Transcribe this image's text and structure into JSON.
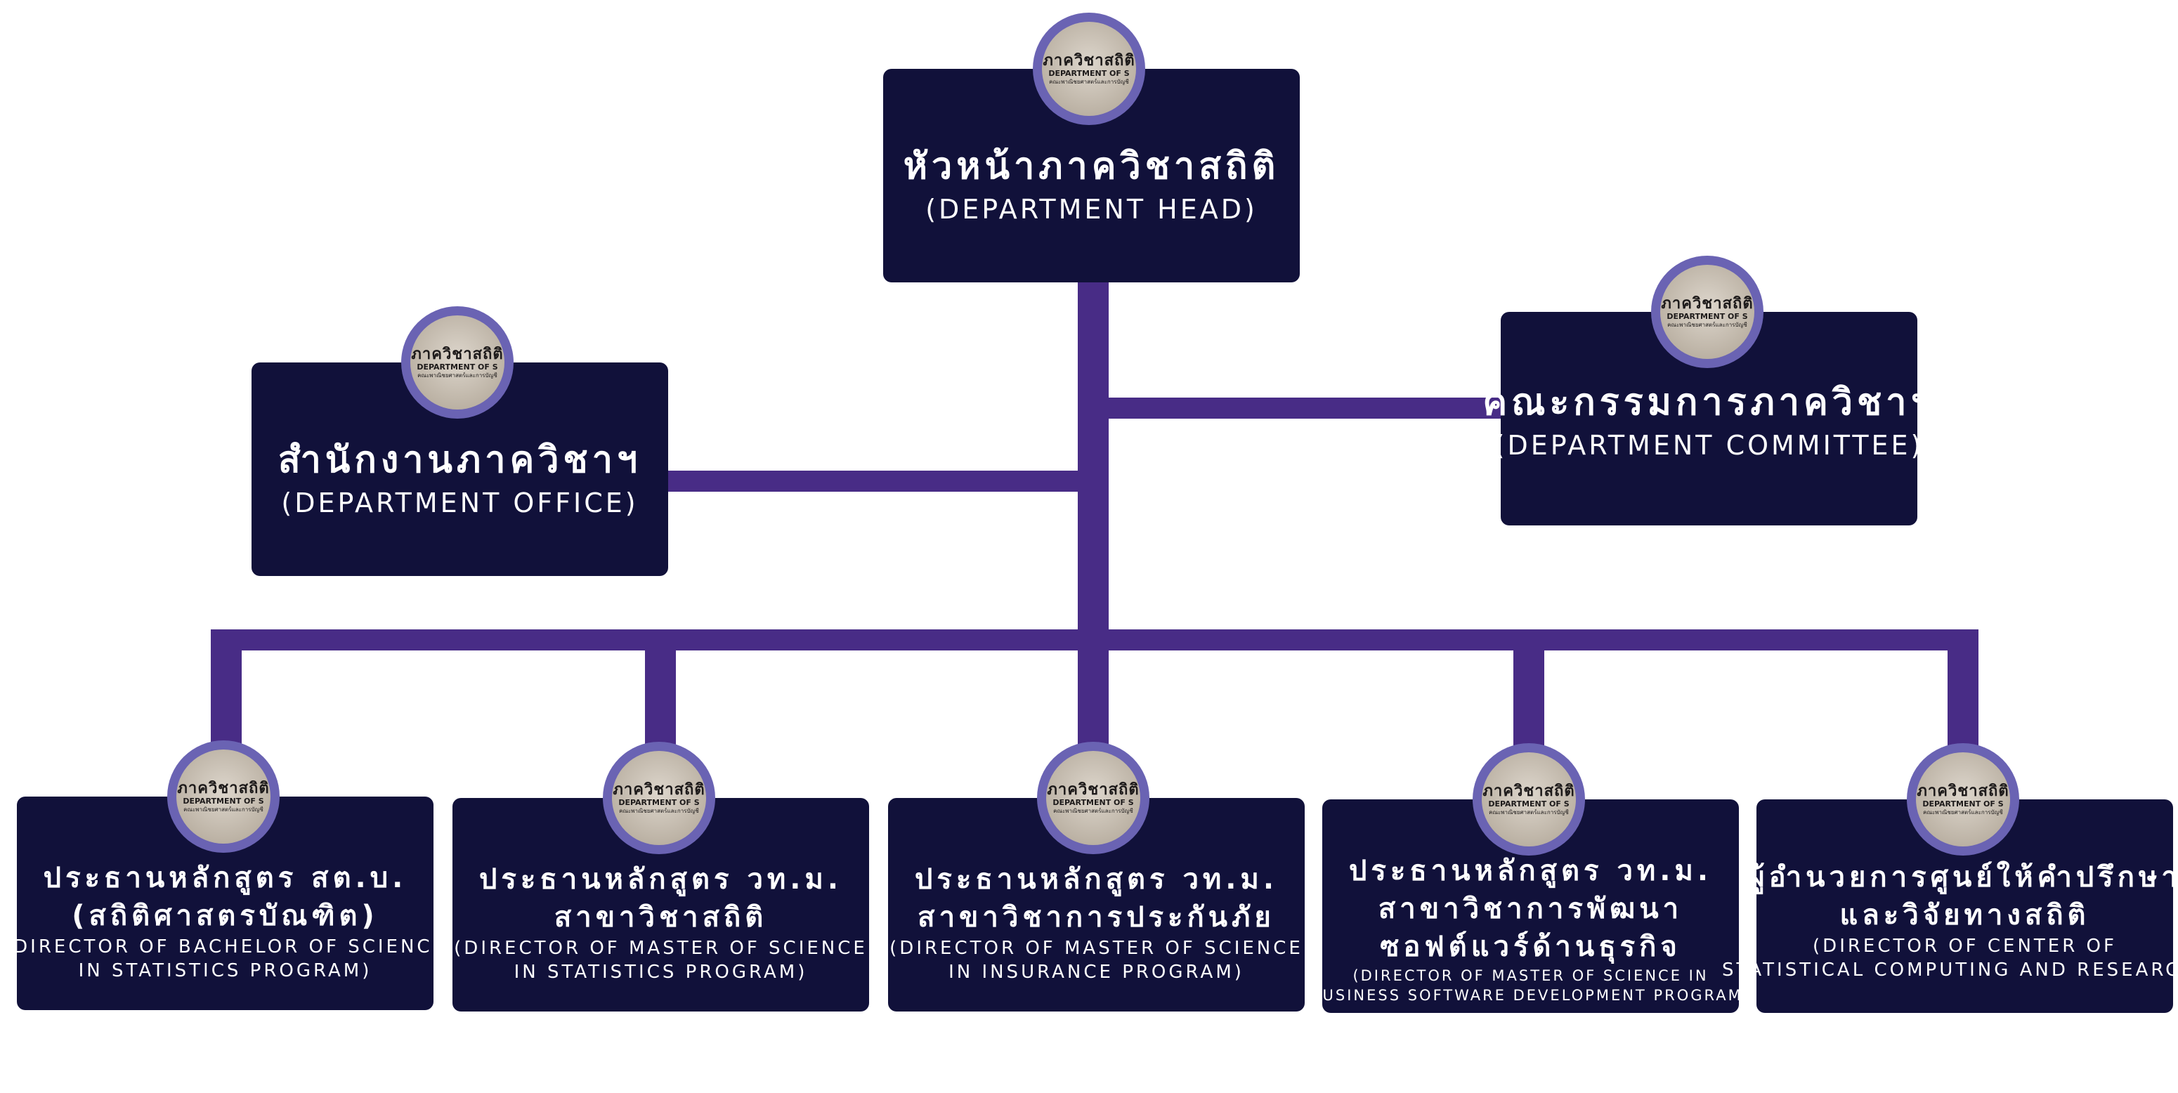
{
  "chart": {
    "nodes": [
      {
        "id": "head",
        "th": [
          "หัวหน้าภาควิชาสถิติ"
        ],
        "en": [
          "(DEPARTMENT HEAD)"
        ]
      },
      {
        "id": "office",
        "th": [
          "สำนักงานภาควิชาฯ"
        ],
        "en": [
          "(DEPARTMENT OFFICE)"
        ]
      },
      {
        "id": "committee",
        "th": [
          "คณะกรรมการภาควิชาฯ"
        ],
        "en": [
          "(DEPARTMENT COMMITTEE)"
        ]
      },
      {
        "id": "bsc-stat",
        "th": [
          "ประธานหลักสูตร สต.บ.",
          "(สถิติศาสตรบัณฑิต)"
        ],
        "en": [
          "(DIRECTOR OF BACHELOR OF SCIENCE",
          "IN STATISTICS PROGRAM)"
        ]
      },
      {
        "id": "msc-stat",
        "th": [
          "ประธานหลักสูตร วท.ม.",
          "สาขาวิชาสถิติ"
        ],
        "en": [
          "(DIRECTOR OF MASTER OF SCIENCE",
          "IN STATISTICS PROGRAM)"
        ]
      },
      {
        "id": "msc-ins",
        "th": [
          "ประธานหลักสูตร วท.ม.",
          "สาขาวิชาการประกันภัย"
        ],
        "en": [
          "(DIRECTOR OF MASTER OF SCIENCE",
          "IN INSURANCE PROGRAM)"
        ]
      },
      {
        "id": "msc-bsd",
        "th": [
          "ประธานหลักสูตร วท.ม.",
          "สาขาวิชาการพัฒนา",
          "ซอฟต์แวร์ด้านธุรกิจ"
        ],
        "en": [
          "(DIRECTOR OF MASTER OF SCIENCE IN",
          "BUSINESS SOFTWARE DEVELOPMENT PROGRAM)"
        ]
      },
      {
        "id": "center",
        "th": [
          "ผู้อำนวยการศูนย์ให้คำปรึกษา",
          "และวิจัยทางสถิติ"
        ],
        "en": [
          "(DIRECTOR OF CENTER OF",
          "STATISTICAL COMPUTING AND RESEARCH)"
        ]
      }
    ],
    "edges": [
      {
        "from": "head",
        "to": "office"
      },
      {
        "from": "head",
        "to": "committee"
      },
      {
        "from": "head",
        "to": "bsc-stat"
      },
      {
        "from": "head",
        "to": "msc-stat"
      },
      {
        "from": "head",
        "to": "msc-ins"
      },
      {
        "from": "head",
        "to": "msc-bsd"
      },
      {
        "from": "head",
        "to": "center"
      }
    ]
  },
  "logo": {
    "line1": "ภาควิชาสถิติ",
    "line2": "DEPARTMENT OF S",
    "line3": "คณะพาณิชยศาสตร์และการบัญชี"
  },
  "colors": {
    "box": "#11113a",
    "connector": "#482c86",
    "logo_ring": "#6a63b3",
    "text": "#ffffff"
  }
}
